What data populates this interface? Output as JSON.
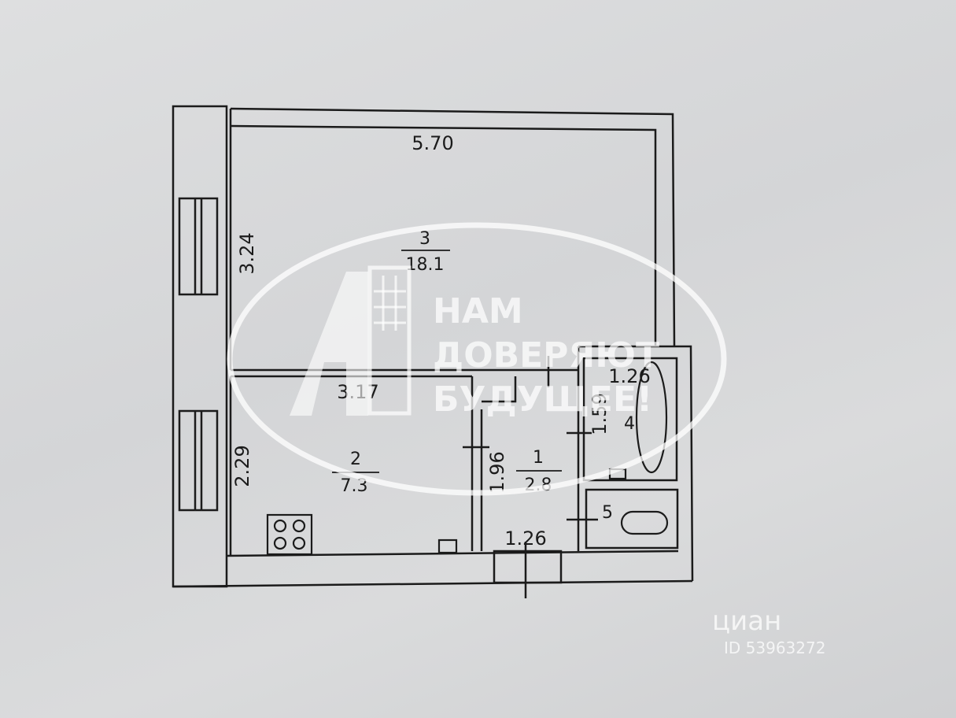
{
  "plan": {
    "rooms": [
      {
        "id": "room-3",
        "number": "3",
        "area": "18.1"
      },
      {
        "id": "room-2",
        "number": "2",
        "area": "7.3"
      },
      {
        "id": "room-1",
        "number": "1",
        "area": "2.8"
      },
      {
        "id": "room-4",
        "number": "4"
      },
      {
        "id": "room-5",
        "number": "5"
      }
    ],
    "dimensions": {
      "room3_width": "5.70",
      "room3_depth": "3.24",
      "room2_width": "3.17",
      "room2_depth": "2.29",
      "room1_depth": "1.96",
      "room1_width": "1.26",
      "room4_width": "1.26",
      "room4_depth": "1.59"
    }
  },
  "watermark": {
    "line1": "НАМ",
    "line2": "ДОВЕРЯЮТ",
    "line3": "БУДУЩЕЕ!",
    "logo_letter": "А"
  },
  "source_mark": {
    "brand": "циан",
    "id": "ID 53963272"
  },
  "colors": {
    "paper": "#d9dadb",
    "ink": "#1b1b1b",
    "watermark": "#ffffff"
  }
}
